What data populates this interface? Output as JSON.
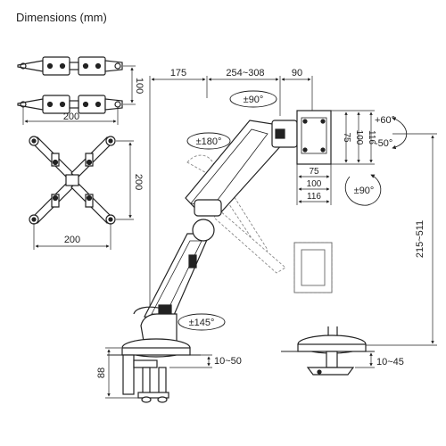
{
  "title": "Dimensions (mm)",
  "vesa_adapter": {
    "height": "100",
    "width": "200"
  },
  "vesa_plate": {
    "height": "200",
    "width": "200"
  },
  "arm": {
    "top_dim_1": "175",
    "top_dim_2": "254~308",
    "top_dim_3": "90",
    "swivel_top": "±90°",
    "swivel_mid": "±180°",
    "swivel_base": "±145°",
    "tilt_up": "+60°",
    "tilt_down": "-50°",
    "rotation": "±90°",
    "height_range": "215~511",
    "clamp_height": "88",
    "clamp_range": "10~50",
    "grommet_range": "10~45"
  },
  "monitor_plate": {
    "vesa_small_v": "75",
    "vesa_mid_v": "100",
    "vesa_large_v": "116",
    "vesa_small_h": "75",
    "vesa_mid_h": "100",
    "vesa_large_h": "116"
  }
}
